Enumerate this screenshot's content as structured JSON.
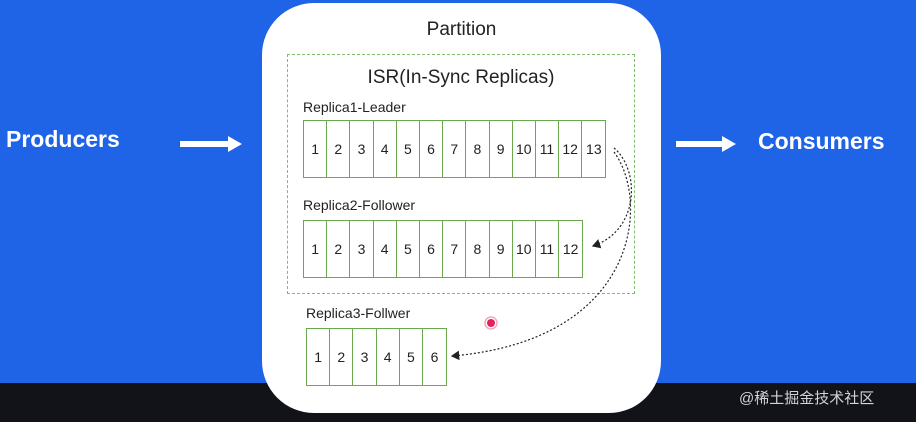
{
  "partition": {
    "title": "Partition"
  },
  "isr": {
    "title": "ISR(In-Sync Replicas)"
  },
  "producers_label": "Producers",
  "consumers_label": "Consumers",
  "replicas": [
    {
      "label": "Replica1-Leader",
      "cells": [
        "1",
        "2",
        "3",
        "4",
        "5",
        "6",
        "7",
        "8",
        "9",
        "10",
        "11",
        "12",
        "13"
      ]
    },
    {
      "label": "Replica2-Follower",
      "cells": [
        "1",
        "2",
        "3",
        "4",
        "5",
        "6",
        "7",
        "8",
        "9",
        "10",
        "11",
        "12"
      ]
    },
    {
      "label": "Replica3-Follwer",
      "cells": [
        "1",
        "2",
        "3",
        "4",
        "5",
        "6"
      ]
    }
  ],
  "watermark": "@稀土掘金技术社区",
  "colors": {
    "background": "#1f63e6",
    "partition_fill": "#ffffff",
    "cell_border": "#6aa84f",
    "pointer_dot": "#e0245e"
  }
}
